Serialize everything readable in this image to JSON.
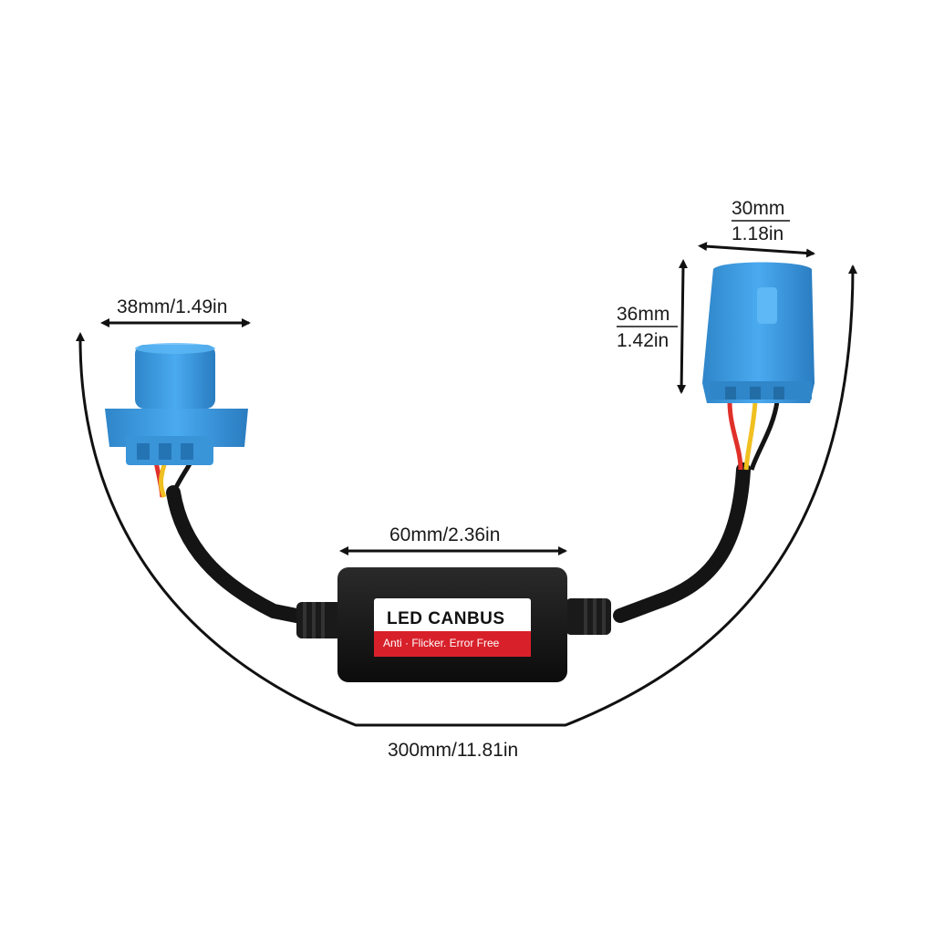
{
  "product": {
    "module_brand": "LED CANBUS",
    "module_tagline": "Anti · Flicker. Error Free"
  },
  "dimensions": {
    "left_connector_width": "38mm/1.49in",
    "right_connector_width_mm": "30mm",
    "right_connector_width_in": "1.18in",
    "right_connector_height_mm": "36mm",
    "right_connector_height_in": "1.42in",
    "module_length": "60mm/2.36in",
    "cable_length": "300mm/11.81in"
  },
  "colors": {
    "connector_blue": "#3d9fe0",
    "cable_black": "#141414",
    "wire_red": "#e0302a",
    "wire_yellow": "#f0c020",
    "label_red": "#d8202a"
  }
}
